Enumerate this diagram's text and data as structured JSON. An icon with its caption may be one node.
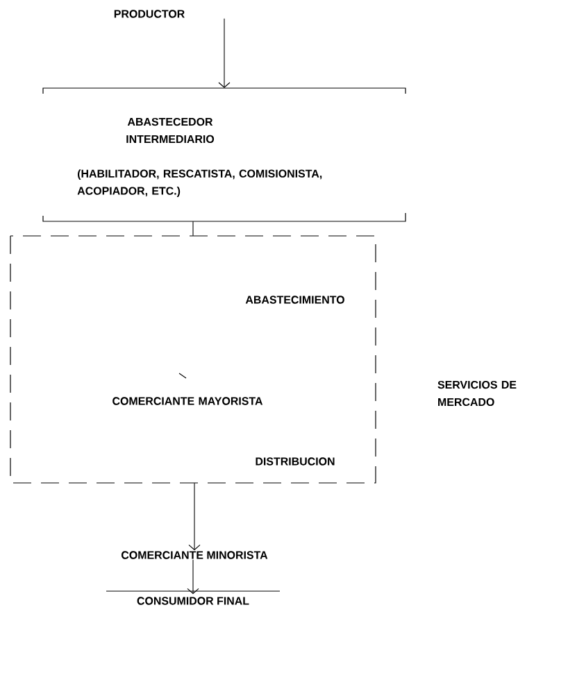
{
  "diagram": {
    "nodes": [
      {
        "text": [
          "PRODUCTOR"
        ]
      },
      {
        "text": [
          "ABASTECEDOR INTERMEDIARIO",
          "(HABILITADOR, RESCATISTA, COMISIONISTA, ACOPIADOR, ETC.)"
        ]
      },
      {
        "text": [
          "ABASTECIMIENTO",
          "COMERCIANTE MAYORISTA",
          "DISTRIBUCION"
        ]
      },
      {
        "text": [
          "COMERCIANTE MINORISTA"
        ]
      },
      {
        "text": [
          "CONSUMIDOR FINAL"
        ]
      }
    ],
    "edges": [
      {
        "from": 0,
        "to": 1,
        "arrow": "to"
      },
      {
        "from": 1,
        "to": 2,
        "arrow": "none"
      },
      {
        "from": 2,
        "to": 3,
        "arrow": "to"
      },
      {
        "from": 3,
        "to": 4,
        "arrow": "to"
      }
    ],
    "labels": [
      "SERVICIOS DE MERCADO"
    ]
  }
}
